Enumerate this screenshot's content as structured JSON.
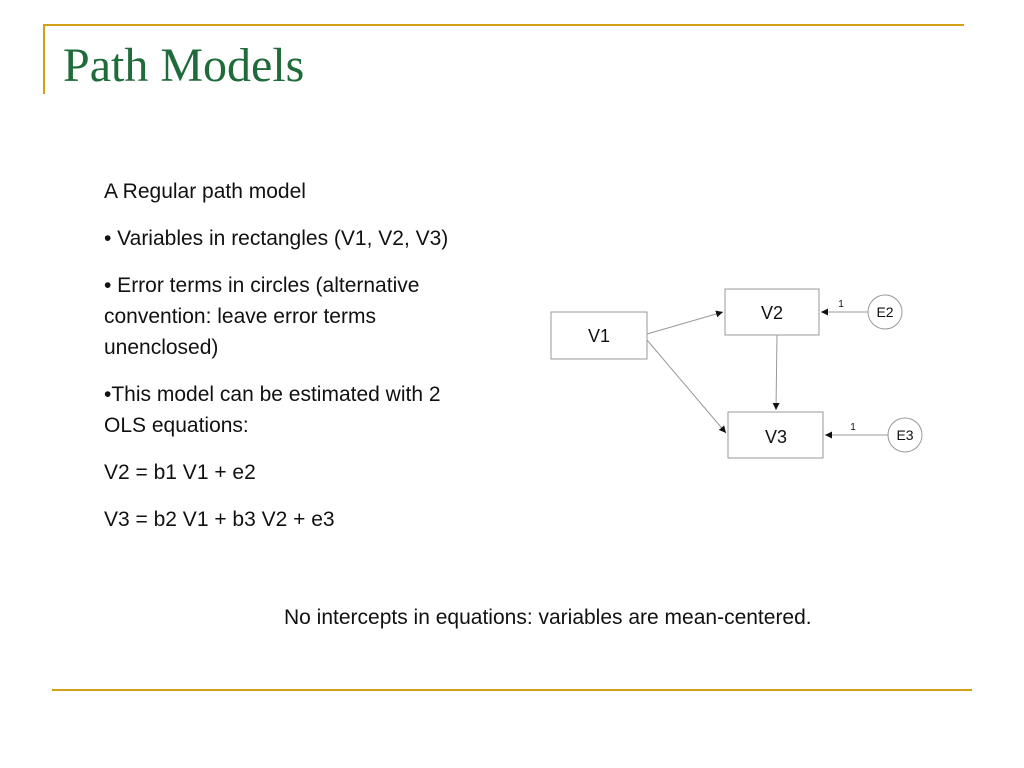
{
  "slide": {
    "title": "Path Models",
    "heading": "A Regular path model",
    "bullets": [
      "• Variables in rectangles (V1, V2, V3)",
      "• Error terms in circles (alternative convention: leave error terms unenclosed)",
      "•This model can be estimated with 2 OLS equations:"
    ],
    "equations": [
      "V2 = b1 V1 + e2",
      "V3 = b2 V1 + b3 V2 + e3"
    ],
    "note": "No intercepts in equations: variables are mean-centered."
  },
  "diagram": {
    "variables": [
      "V1",
      "V2",
      "V3"
    ],
    "errors": [
      "E2",
      "E3"
    ],
    "error_path_labels": [
      "1",
      "1"
    ]
  },
  "colors": {
    "title": "#1f6b3a",
    "frame": "#d4a017"
  }
}
